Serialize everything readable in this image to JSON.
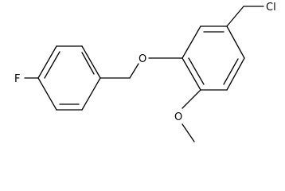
{
  "molecule": {
    "atoms": {
      "fluorine": "F",
      "chlorine": "Cl",
      "benzyl_oxygen": "O",
      "methoxy_oxygen": "O"
    },
    "colors": {
      "bond": "#000000",
      "label": "#000000",
      "background": "#ffffff"
    }
  }
}
